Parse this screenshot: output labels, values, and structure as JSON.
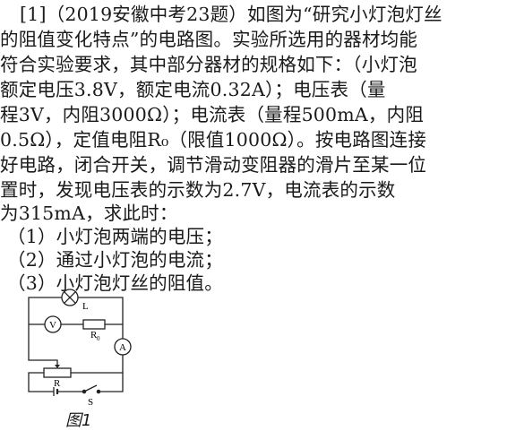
{
  "problem": {
    "lines": [
      "[1]（2019安徽中考23题）如图为“研究小灯泡灯丝",
      "的阻值变化特点”的电路图。实验所选用的器材均能",
      "符合实验要求，其中部分器材的规格如下：（小灯泡",
      "额定电压3.8V，额定电流0.32A）；电压表（量",
      "程3V，内阻3000Ω）；电流表（量程500mA，内阻",
      "0.5Ω），定值电阻R₀（限值1000Ω）。按电路图连接",
      "好电路，闭合开关，调节滑动变阻器的滑片至某一位",
      "置时，发现电压表的示数为2.7V，电流表的示数",
      "为315mA，求此时："
    ],
    "questions": [
      "（1）小灯泡两端的电压；",
      "（2）通过小灯泡的电流；",
      "（3）小灯泡灯丝的阻值。"
    ]
  },
  "figure": {
    "labels": {
      "lamp": "L",
      "voltmeter": "V",
      "resistor_fixed": "R",
      "resistor_fixed_sub": "0",
      "ammeter": "A",
      "rheostat": "R",
      "switch": "S"
    },
    "caption": "图1"
  }
}
